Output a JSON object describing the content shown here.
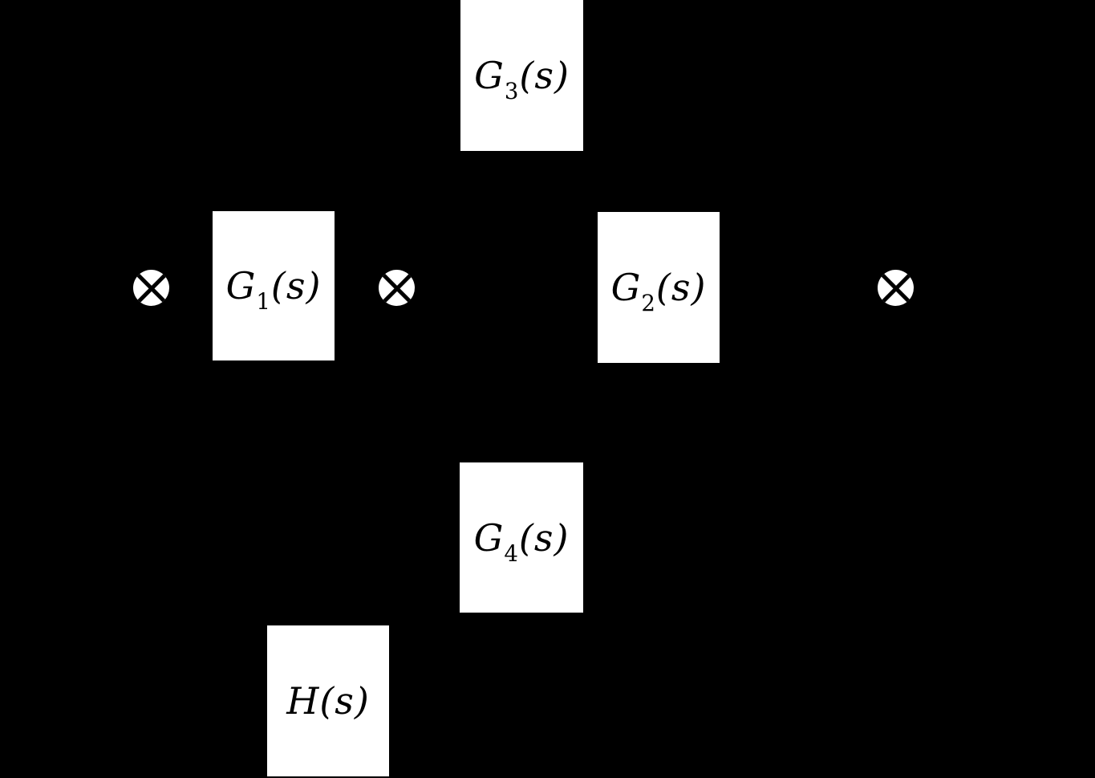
{
  "diagram": {
    "type": "control-system-block-diagram",
    "background_color": "#000000",
    "block_fill_color": "#ffffff",
    "block_text_color": "#000000",
    "blocks": [
      {
        "id": "g3",
        "base": "G",
        "sub": "3",
        "suffix": "(s)",
        "label_plain": "G3(s)"
      },
      {
        "id": "g1",
        "base": "G",
        "sub": "1",
        "suffix": "(s)",
        "label_plain": "G1(s)"
      },
      {
        "id": "g2",
        "base": "G",
        "sub": "2",
        "suffix": "(s)",
        "label_plain": "G2(s)"
      },
      {
        "id": "g4",
        "base": "G",
        "sub": "4",
        "suffix": "(s)",
        "label_plain": "G4(s)"
      },
      {
        "id": "h",
        "base": "H",
        "sub": "",
        "suffix": "(s)",
        "label_plain": "H(s)"
      }
    ],
    "junctions": [
      {
        "id": "j1",
        "symbol": "circled-times"
      },
      {
        "id": "j2",
        "symbol": "circled-times"
      },
      {
        "id": "j3",
        "symbol": "circled-times"
      }
    ]
  }
}
